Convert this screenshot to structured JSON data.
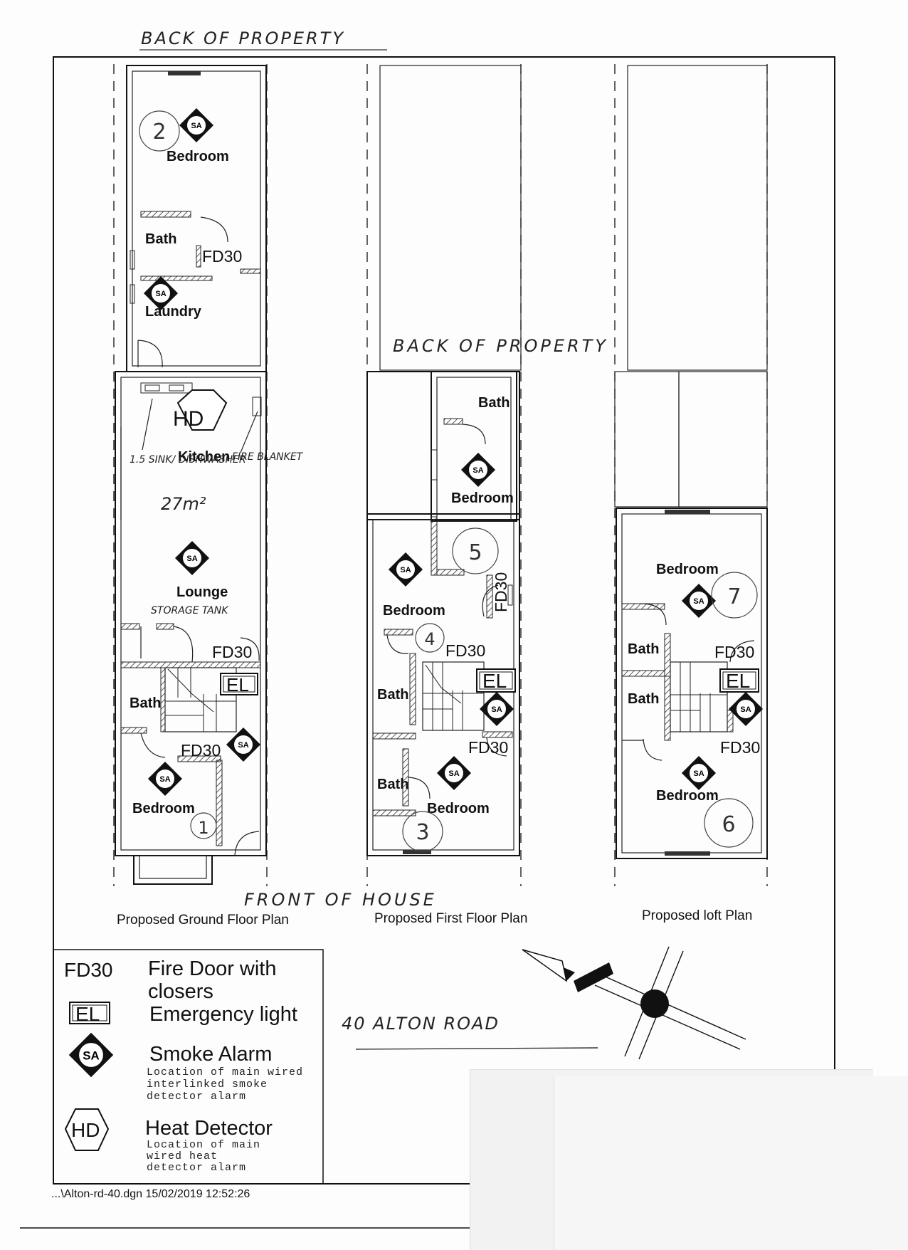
{
  "annotations": {
    "back_top": "BACK OF PROPERTY",
    "back_mid": "BACK OF PROPERTY",
    "front": "FRONT OF HOUSE",
    "address": "40 ALTON ROAD",
    "kitchen_area": "27m²",
    "sink_note": "1.5 SINK/ DISHWASHER",
    "fire_blanket": "FIRE BLANKET",
    "storage_tank": "STORAGE TANK"
  },
  "plans": {
    "ground": {
      "caption": "Proposed Ground Floor Plan",
      "rooms": {
        "bedroom_back": "Bedroom",
        "bath_back": "Bath",
        "laundry": "Laundry",
        "kitchen": "Kitchen",
        "lounge": "Lounge",
        "bath_front": "Bath",
        "bedroom_front": "Bedroom"
      }
    },
    "first": {
      "caption": "Proposed First Floor Plan",
      "rooms": {
        "bath_back": "Bath",
        "bedroom_back": "Bedroom",
        "bedroom_mid": "Bedroom",
        "bath_mid": "Bath",
        "bath_front": "Bath",
        "bedroom_front": "Bedroom"
      }
    },
    "loft": {
      "caption": "Proposed loft Plan",
      "rooms": {
        "bedroom_back": "Bedroom",
        "bath_1": "Bath",
        "bath_2": "Bath",
        "bedroom_front": "Bedroom"
      }
    }
  },
  "symbols": {
    "fd30": "FD30",
    "el": "EL",
    "sa": "SA",
    "hd": "HD"
  },
  "room_numbers": [
    "1",
    "2",
    "3",
    "4",
    "5",
    "6",
    "7"
  ],
  "legend": {
    "fd30_abbr": "FD30",
    "fd30_line1": "Fire Door with",
    "fd30_line2": "closers",
    "el_abbr": "EL",
    "el_title": "Emergency light",
    "sa_abbr": "SA",
    "sa_title": "Smoke Alarm",
    "sa_sub1": "Location of main wired",
    "sa_sub2": "interlinked smoke",
    "sa_sub3": "detector alarm",
    "hd_abbr": "HD",
    "hd_title": "Heat Detector",
    "hd_sub1": "Location of main",
    "hd_sub2": "wired heat",
    "hd_sub3": "detector alarm"
  },
  "footer": {
    "file": "...\\Alton-rd-40.dgn  15/02/2019 12:52:26"
  }
}
